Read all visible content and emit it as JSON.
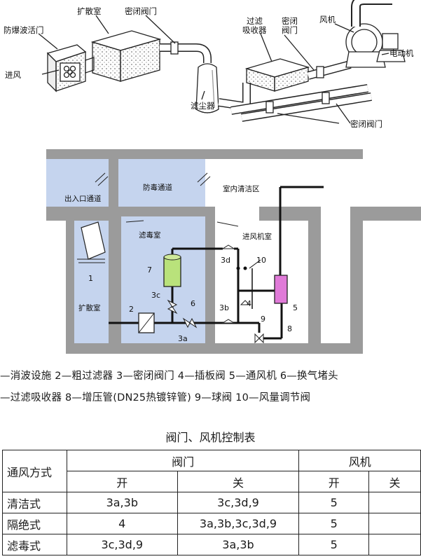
{
  "top_diagram": {
    "labels": {
      "diffusion_room": "扩散室",
      "sealed_valve_left": "密闭阀门",
      "blast_valve": "防爆波活门",
      "inlet": "进风",
      "dust_filter": "滤尘器",
      "filter_absorber": "过滤\n吸收器",
      "sealed_valve_mid": "密闭\n阀门",
      "fan": "风机",
      "motor": "电动机",
      "sealed_valve_bottom": "密闭阀门"
    }
  },
  "plan_diagram": {
    "rooms": {
      "entrance_corridor": "出入口通道",
      "decon_corridor": "防毒通道",
      "clean_area": "室内清洁区",
      "filter_room": "滤毒室",
      "intake_room": "进风机室",
      "diffusion_room": "扩散室"
    },
    "numbers": [
      "1",
      "2",
      "3a",
      "3b",
      "3c",
      "3d",
      "4",
      "5",
      "6",
      "7",
      "8",
      "9",
      "10"
    ]
  },
  "legend": {
    "line1": "—消波设施  2—粗过滤器  3—密闭阀门  4—插板阀  5—通风机  6—换气堵头",
    "line2": "—过滤吸收器  8—增压管(DN25热镀锌管)  9—球阀  10—风量调节阀"
  },
  "table": {
    "title": "阀门、风机控制表",
    "head": {
      "mode": "通风方式",
      "valve": "阀门",
      "fan": "风机",
      "open": "开",
      "close": "关"
    },
    "rows": [
      {
        "mode": "清洁式",
        "valve_open": "3a,3b",
        "valve_close": "3c,3d,9",
        "fan_open": "5",
        "fan_close": ""
      },
      {
        "mode": "隔绝式",
        "valve_open": "4",
        "valve_close": "3a,3b,3c,3d,9",
        "fan_open": "5",
        "fan_close": ""
      },
      {
        "mode": "滤毒式",
        "valve_open": "3c,3d,9",
        "valve_close": "3a,3b",
        "fan_open": "5",
        "fan_close": ""
      }
    ]
  }
}
